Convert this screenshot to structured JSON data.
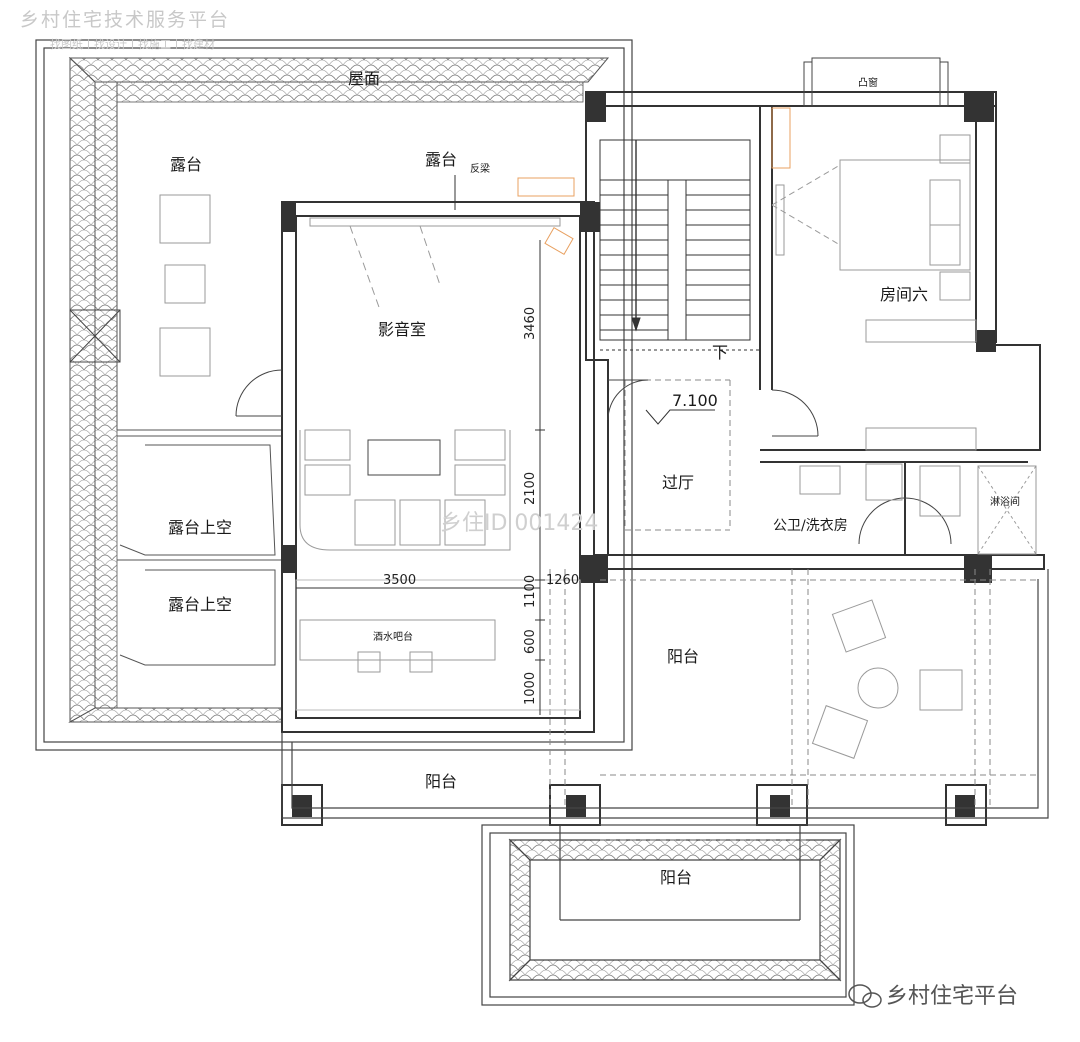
{
  "watermark": {
    "top_title": "乡村住宅技术服务平台",
    "top_sub": "找图纸丨找设计丨找施工丨找建材",
    "center": "乡住ID 001424",
    "bottom_right": "乡村住宅平台"
  },
  "rooms": {
    "roof": "屋面",
    "terrace_left": "露台",
    "terrace_top": "露台",
    "cinema": "影音室",
    "hall": "过厅",
    "bedroom": "房间六",
    "bath_laundry": "公卫/洗衣房",
    "shower": "淋浴间",
    "terrace_void_1": "露台上空",
    "terrace_void_2": "露台上空",
    "bar": "酒水吧台",
    "balcony_center": "阳台",
    "balcony_bottom_left": "阳台",
    "balcony_bottom": "阳台"
  },
  "notes": {
    "beam": "反梁",
    "bay_window": "凸窗",
    "stair_down": "下",
    "elevation": "7.100"
  },
  "dimensions": {
    "d3460": "3460",
    "d2100": "2100",
    "d3500": "3500",
    "d1100": "1100",
    "d1260": "1260",
    "d600": "600",
    "d1000": "1000"
  },
  "colors": {
    "wall": "#333333",
    "line": "#444444",
    "furniture": "#9a9a9a",
    "watermark": "#c8c8c8",
    "accent": "#e8a060"
  }
}
